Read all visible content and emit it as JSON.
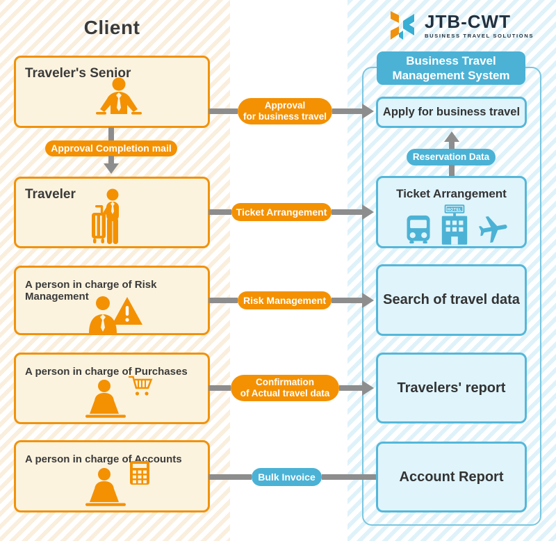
{
  "client": {
    "title": "Client",
    "boxes": [
      {
        "label": "Traveler's Senior"
      },
      {
        "label": "Traveler"
      },
      {
        "label": "A person in charge of Risk Management"
      },
      {
        "label": "A person in charge of Purchases"
      },
      {
        "label": "A person in charge of Accounts"
      }
    ]
  },
  "logo": {
    "brand": "JTB-CWT",
    "tagline": "BUSINESS TRAVEL SOLUTIONS"
  },
  "system": {
    "header_line1": "Business Travel",
    "header_line2": "Management System",
    "boxes": [
      {
        "label": "Apply for business travel"
      },
      {
        "label": "Ticket Arrangement",
        "hotel_sign": "HOTEL"
      },
      {
        "label": "Search of travel data"
      },
      {
        "label": "Travelers' report"
      },
      {
        "label": "Account Report"
      }
    ]
  },
  "flows": {
    "approval": {
      "line1": "Approval",
      "line2": "for business travel"
    },
    "approval_completion": {
      "label": "Approval Completion mail"
    },
    "ticket": {
      "label": "Ticket Arrangement"
    },
    "reservation": {
      "label": "Reservation Data"
    },
    "risk": {
      "label": "Risk Management"
    },
    "confirmation": {
      "line1": "Confirmation",
      "line2": "of Actual travel data"
    },
    "bulk": {
      "label": "Bulk Invoice"
    }
  },
  "colors": {
    "orange": "#f39103",
    "blue": "#4bb2d5",
    "box_cream": "#fcf3de",
    "box_blue": "#dff4fb",
    "connector_gray": "#8d8d8d",
    "logo_navy": "#22303e"
  }
}
